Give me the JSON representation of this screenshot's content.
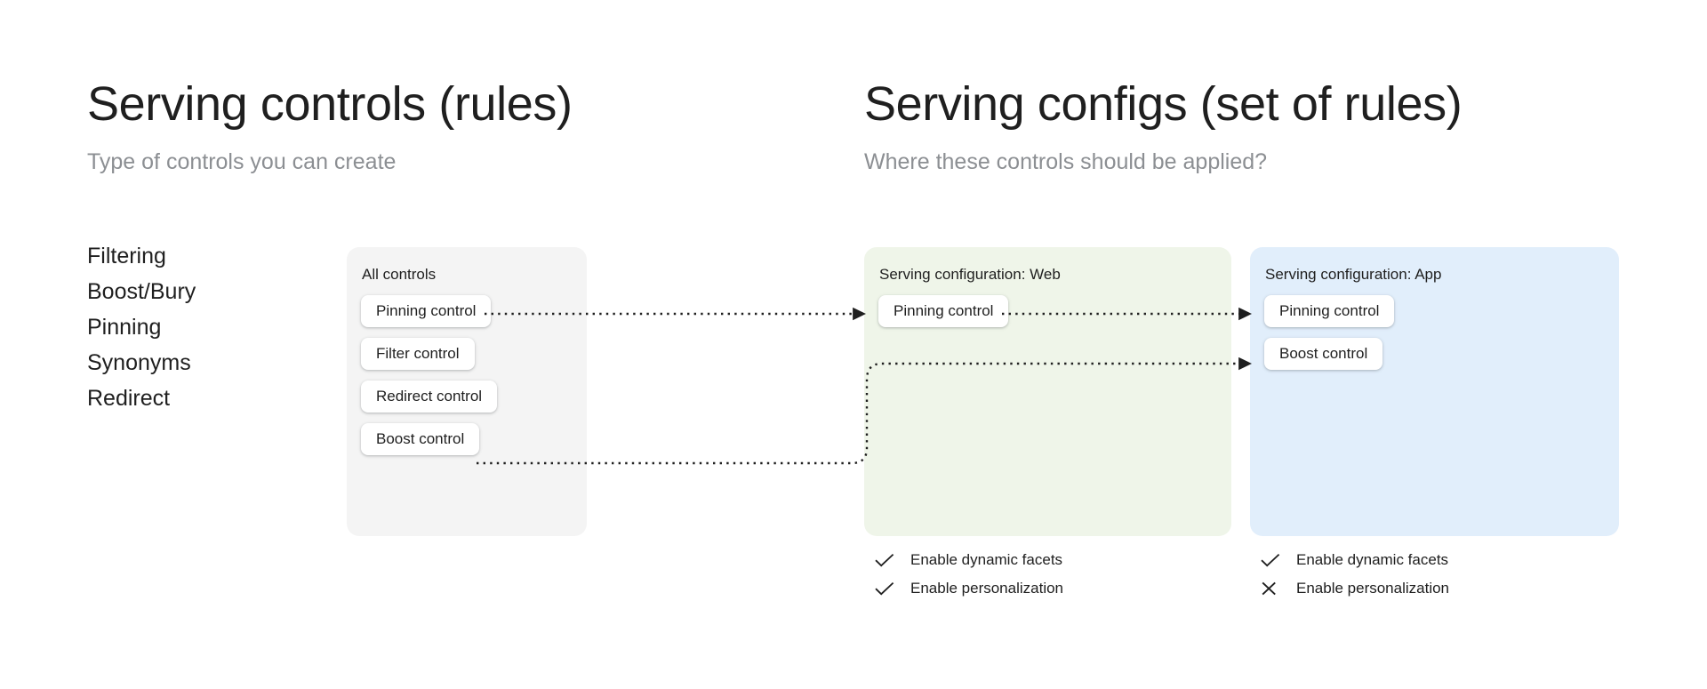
{
  "left_column": {
    "title": "Serving controls (rules)",
    "subtitle": "Type of controls you can create",
    "control_types": [
      "Filtering",
      "Boost/Bury",
      "Pinning",
      "Synonyms",
      "Redirect"
    ]
  },
  "right_column": {
    "title": "Serving configs (set of rules)",
    "subtitle": "Where these controls should be applied?"
  },
  "panels": {
    "all_controls": {
      "title": "All controls",
      "background": "#f4f4f4",
      "chips": [
        "Pinning control",
        "Filter control",
        "Redirect control",
        "Boost control"
      ]
    },
    "serving_config_web": {
      "title": "Serving configuration: Web",
      "background": "#eff5e9",
      "chips": [
        "Pinning control"
      ],
      "features": [
        {
          "label": "Enable dynamic facets",
          "state": "check"
        },
        {
          "label": "Enable personalization",
          "state": "check"
        }
      ]
    },
    "serving_config_app": {
      "title": "Serving configuration: App",
      "background": "#e1eefb",
      "chips": [
        "Pinning control",
        "Boost control"
      ],
      "features": [
        {
          "label": "Enable dynamic facets",
          "state": "check"
        },
        {
          "label": "Enable personalization",
          "state": "cross"
        }
      ]
    }
  },
  "connectors": {
    "style": "dotted",
    "color": "#1f1f1f",
    "edges": [
      {
        "from": "all-controls.pinning-control",
        "to": "serving-config-web.pinning-control"
      },
      {
        "from": "serving-config-web.pinning-control",
        "to": "serving-config-app.pinning-control"
      },
      {
        "from": "all-controls.boost-control",
        "to": "serving-config-app.boost-control"
      }
    ]
  },
  "icons": {
    "check": "check-icon",
    "cross": "cross-icon"
  }
}
